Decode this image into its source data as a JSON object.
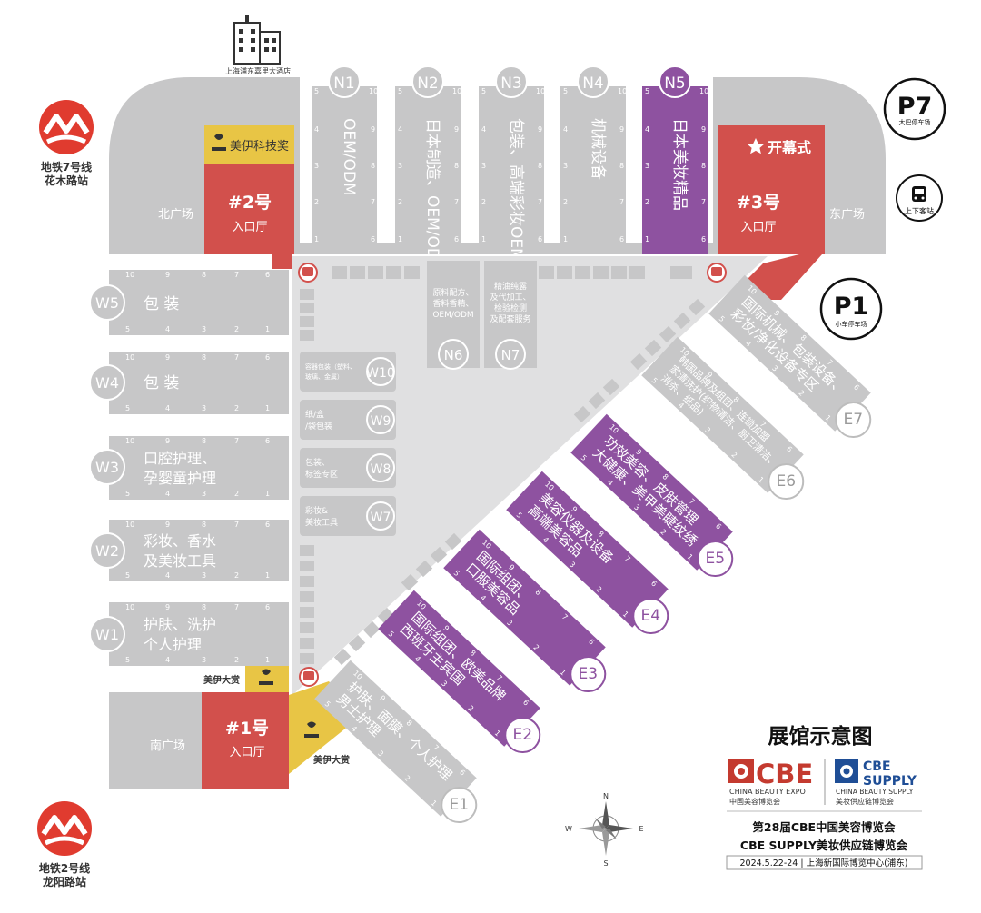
{
  "hotel": "上海浦东嘉里大酒店",
  "metro_top": {
    "line": "地铁7号线",
    "station": "花木路站"
  },
  "metro_bottom": {
    "line": "地铁2号线",
    "station": "龙阳路站"
  },
  "parking_p7": {
    "code": "P7",
    "label": "大巴停车场"
  },
  "parking_p1": {
    "code": "P1",
    "label": "小车停车场"
  },
  "passenger_station": "上下客站",
  "plazas": {
    "north": "北广场",
    "east": "东广场",
    "south": "南广场"
  },
  "entrances": {
    "e2": {
      "title": "#2号",
      "sub": "入口厅"
    },
    "e3": {
      "title": "#3号",
      "sub": "入口厅"
    },
    "e1": {
      "title": "#1号",
      "sub": "入口厅"
    }
  },
  "awards": {
    "tech": "美伊科技奖",
    "grand1": "美伊大赏",
    "grand2": "美伊大赏"
  },
  "opening": "开幕式",
  "north_halls": [
    {
      "code": "N1",
      "label": "OEM/ODM",
      "purple": false
    },
    {
      "code": "N2",
      "label": "日本制造、OEM/ODM",
      "purple": false
    },
    {
      "code": "N3",
      "label": "包装、高端彩妆OEM",
      "purple": false
    },
    {
      "code": "N4",
      "label": "机械设备",
      "purple": false
    },
    {
      "code": "N5",
      "label": "日本美妆精品",
      "purple": true
    }
  ],
  "n6": {
    "code": "N6",
    "label": "原料配方、香料香精、OEM/ODM"
  },
  "n7": {
    "code": "N7",
    "label": "精油纯露及代加工、检验检测及配套服务"
  },
  "west_halls": [
    {
      "code": "W5",
      "l1": "包 装",
      "l2": ""
    },
    {
      "code": "W4",
      "l1": "包 装",
      "l2": ""
    },
    {
      "code": "W3",
      "l1": "口腔护理、",
      "l2": "孕婴童护理"
    },
    {
      "code": "W2",
      "l1": "彩妆、香水",
      "l2": "及美妆工具"
    },
    {
      "code": "W1",
      "l1": "护肤、洗护",
      "l2": "个人护理"
    }
  ],
  "inner_halls": [
    {
      "code": "W10",
      "l1": "容器包装（塑料、",
      "l2": "玻璃、金属）"
    },
    {
      "code": "W9",
      "l1": "纸/盒",
      "l2": "/袋包装"
    },
    {
      "code": "W8",
      "l1": "包装、",
      "l2": "标签专区"
    },
    {
      "code": "W7",
      "l1": "彩妆&",
      "l2": "美妆工具"
    }
  ],
  "east_halls": [
    {
      "code": "E7",
      "l1": "国际机械、包装设备、",
      "l2": "彩妆/净化设备专区",
      "purple": false
    },
    {
      "code": "E6",
      "l1": "韩国品牌及组团、连锁加盟",
      "l2": "家清洗护(织物清洁、厨卫清洁、",
      "l3": "消杀、纸品)",
      "purple": false
    },
    {
      "code": "E5",
      "l1": "功效美容、皮肤管理",
      "l2": "大健康、美甲美睫纹绣",
      "purple": true
    },
    {
      "code": "E4",
      "l1": "美容仪器及设备",
      "l2": "高端美容品",
      "purple": true
    },
    {
      "code": "E3",
      "l1": "国际组团、",
      "l2": "口服美容品",
      "purple": true
    },
    {
      "code": "E2",
      "l1": "国际组团、欧美品牌",
      "l2": "西班牙主宾国",
      "purple": true
    },
    {
      "code": "E1",
      "l1": "护肤、面膜、个人护理",
      "l2": "男士护理",
      "purple": false
    }
  ],
  "legend": {
    "title": "展馆示意图",
    "cbe_logo": "CBE",
    "cbe_en": "CHINA BEAUTY EXPO",
    "cbe_cn": "中国美容博览会",
    "supply_logo1": "CBE",
    "supply_logo2": "SUPPLY",
    "supply_en": "CHINA BEAUTY SUPPLY",
    "supply_cn": "美妆供应链博览会",
    "line1": "第28届CBE中国美容博览会",
    "line2": "CBE SUPPLY美妆供应链博览会",
    "line3": "2024.5.22-24 | 上海新国际博览中心(浦东)"
  },
  "compass": {
    "n": "N",
    "s": "S",
    "e": "E",
    "w": "W"
  },
  "colors": {
    "gray": "#c7c7c8",
    "purple": "#8e52a0",
    "red": "#d2504c",
    "yellow": "#e8c545",
    "metro": "#e03b2f"
  }
}
